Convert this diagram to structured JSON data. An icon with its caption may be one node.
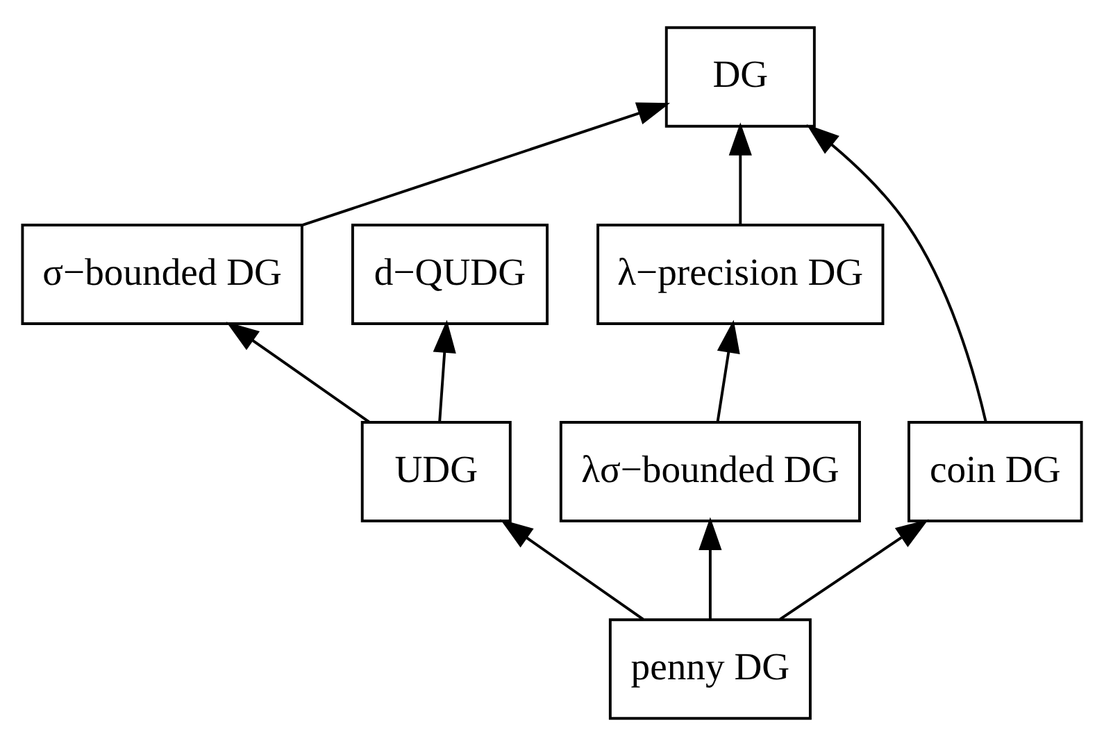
{
  "diagram": {
    "nodes": [
      {
        "text": [
          "DG"
        ]
      },
      {
        "text": [
          "σ−bounded DG"
        ]
      },
      {
        "text": [
          "d−QUDG"
        ]
      },
      {
        "text": [
          "λ−precision DG"
        ]
      },
      {
        "text": [
          "UDG"
        ]
      },
      {
        "text": [
          "λσ−bounded DG"
        ]
      },
      {
        "text": [
          "coin DG"
        ]
      },
      {
        "text": [
          "penny DG"
        ]
      }
    ],
    "edges": [
      {
        "from": 1,
        "to": 0,
        "arrow": "to"
      },
      {
        "from": 3,
        "to": 0,
        "arrow": "to"
      },
      {
        "from": 6,
        "to": 0,
        "arrow": "to"
      },
      {
        "from": 4,
        "to": 1,
        "arrow": "to"
      },
      {
        "from": 4,
        "to": 2,
        "arrow": "to"
      },
      {
        "from": 5,
        "to": 3,
        "arrow": "to"
      },
      {
        "from": 7,
        "to": 4,
        "arrow": "to"
      },
      {
        "from": 7,
        "to": 5,
        "arrow": "to"
      },
      {
        "from": 7,
        "to": 6,
        "arrow": "to"
      }
    ]
  }
}
